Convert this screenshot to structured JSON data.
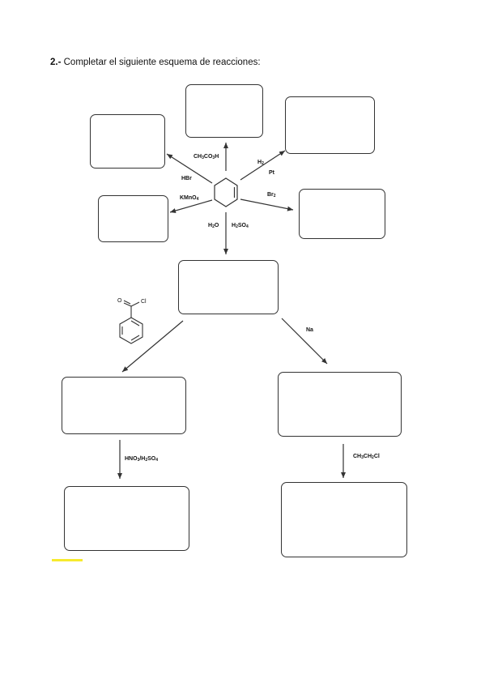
{
  "title": {
    "number": "2.-",
    "text": "Completar el siguiente esquema de reacciones:"
  },
  "reagents": {
    "peracid": "CH3CO3H",
    "hbr": "HBr",
    "h2": "H2",
    "pt": "Pt",
    "kmno4": "KMnO4",
    "br2": "Br2",
    "h2o": "H2O",
    "h2so4": "H2SO4",
    "acyl_cl": "Cl",
    "acyl_o": "O",
    "na": "Na",
    "nitration": "HNO3/H2SO4",
    "ethyl_chloride": "CH3CH2Cl"
  },
  "colors": {
    "line": "#333333",
    "highlight": "#f7ea2e"
  }
}
